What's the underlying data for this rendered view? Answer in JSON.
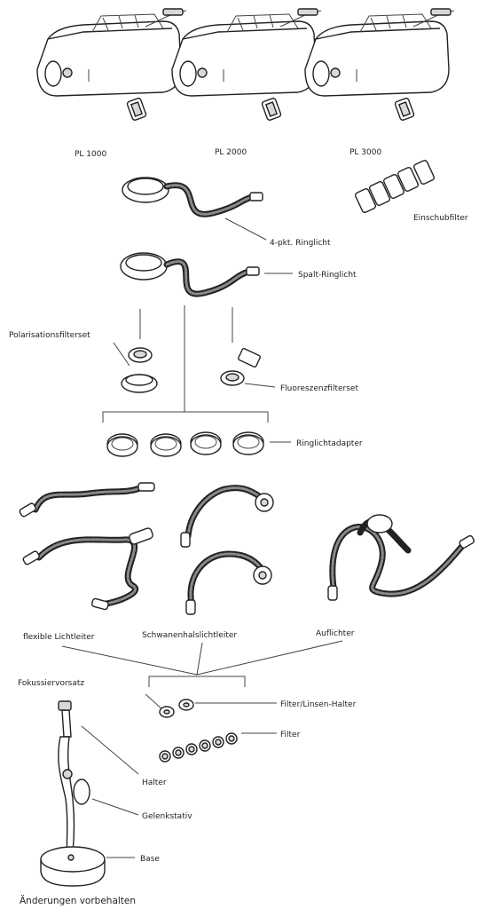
{
  "labels": {
    "pl1000": "PL 1000",
    "pl2000": "PL 2000",
    "pl3000": "PL 3000",
    "einschubfilter": "Einschubfilter",
    "ringlicht_4pkt": "4-pkt. Ringlicht",
    "spalt_ringlicht": "Spalt-Ringlicht",
    "polarisationsfilterset": "Polarisationsfilterset",
    "fluoreszenzfilterset": "Fluoreszenzfilterset",
    "ringlichtadapter": "Ringlichtadapter",
    "flexible_lichtleiter": "flexible Lichtleiter",
    "schwanenhals": "Schwanenhalslichtleiter",
    "auflichter": "Auflichter",
    "fokussiervorsatz": "Fokussiervorsatz",
    "filter_linsen_halter": "Filter/Linsen-Halter",
    "filter": "Filter",
    "halter": "Halter",
    "gelenkstativ": "Gelenkstativ",
    "base": "Base",
    "footer": "Änderungen vorbehalten"
  }
}
